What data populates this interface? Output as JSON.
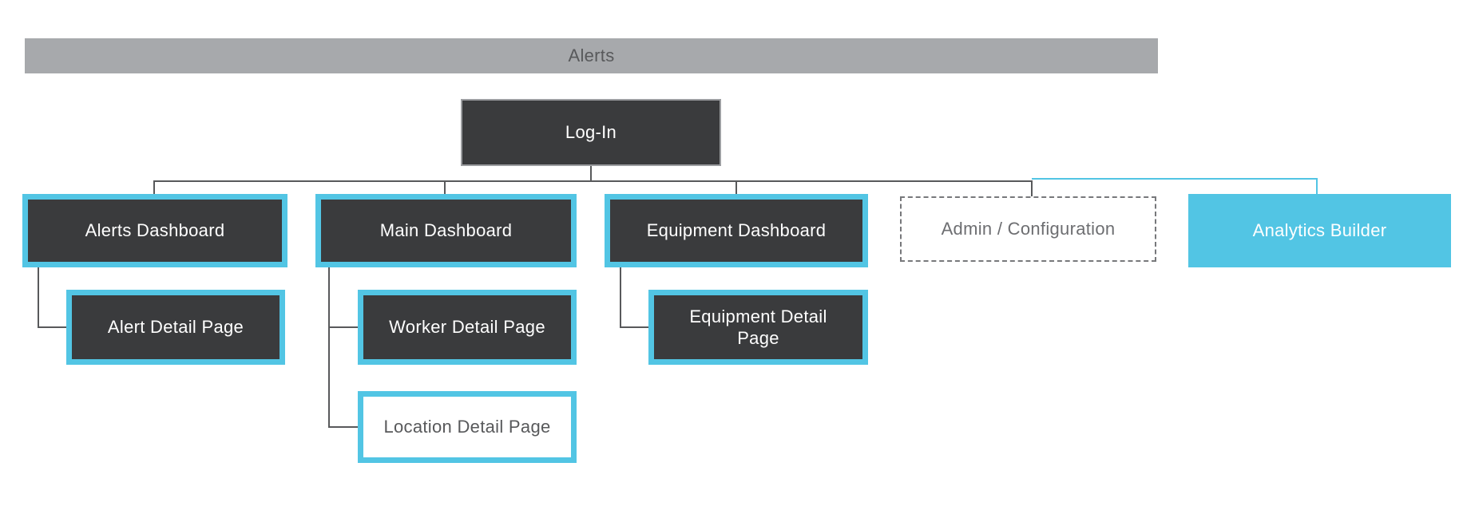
{
  "diagram": {
    "type": "sitemap-flowchart",
    "colors": {
      "accent_cyan": "#52C5E4",
      "node_dark": "#3A3B3D",
      "bar_gray": "#A7A9AC",
      "connector_gray": "#58595B",
      "text_light": "#FFFFFF",
      "text_gray": "#6D6E71"
    },
    "nodes": {
      "alerts_bar": {
        "label": "Alerts",
        "style": "gray-banner"
      },
      "login": {
        "label": "Log-In",
        "style": "dark"
      },
      "alerts_dashboard": {
        "label": "Alerts Dashboard",
        "style": "dark-cyan-border"
      },
      "main_dashboard": {
        "label": "Main Dashboard",
        "style": "dark-cyan-border"
      },
      "equipment_dashboard": {
        "label": "Equipment Dashboard",
        "style": "dark-cyan-border"
      },
      "admin_configuration": {
        "label": "Admin / Configuration",
        "style": "dashed-outline"
      },
      "analytics_builder": {
        "label": "Analytics Builder",
        "style": "cyan-fill"
      },
      "alert_detail_page": {
        "label": "Alert Detail Page",
        "style": "dark-cyan-border"
      },
      "worker_detail_page": {
        "label": "Worker Detail Page",
        "style": "dark-cyan-border"
      },
      "equipment_detail_page": {
        "label": "Equipment Detail Page",
        "style": "dark-cyan-border"
      },
      "location_detail_page": {
        "label": "Location Detail Page",
        "style": "white-cyan-border"
      }
    },
    "edges": [
      {
        "from": "login",
        "to": "alerts_dashboard",
        "color": "gray"
      },
      {
        "from": "login",
        "to": "main_dashboard",
        "color": "gray"
      },
      {
        "from": "login",
        "to": "equipment_dashboard",
        "color": "gray"
      },
      {
        "from": "login",
        "to": "admin_configuration",
        "color": "gray"
      },
      {
        "from": "login",
        "to": "analytics_builder",
        "color": "cyan"
      },
      {
        "from": "alerts_dashboard",
        "to": "alert_detail_page",
        "color": "gray"
      },
      {
        "from": "main_dashboard",
        "to": "worker_detail_page",
        "color": "gray"
      },
      {
        "from": "main_dashboard",
        "to": "location_detail_page",
        "color": "gray"
      },
      {
        "from": "equipment_dashboard",
        "to": "equipment_detail_page",
        "color": "gray"
      }
    ]
  }
}
